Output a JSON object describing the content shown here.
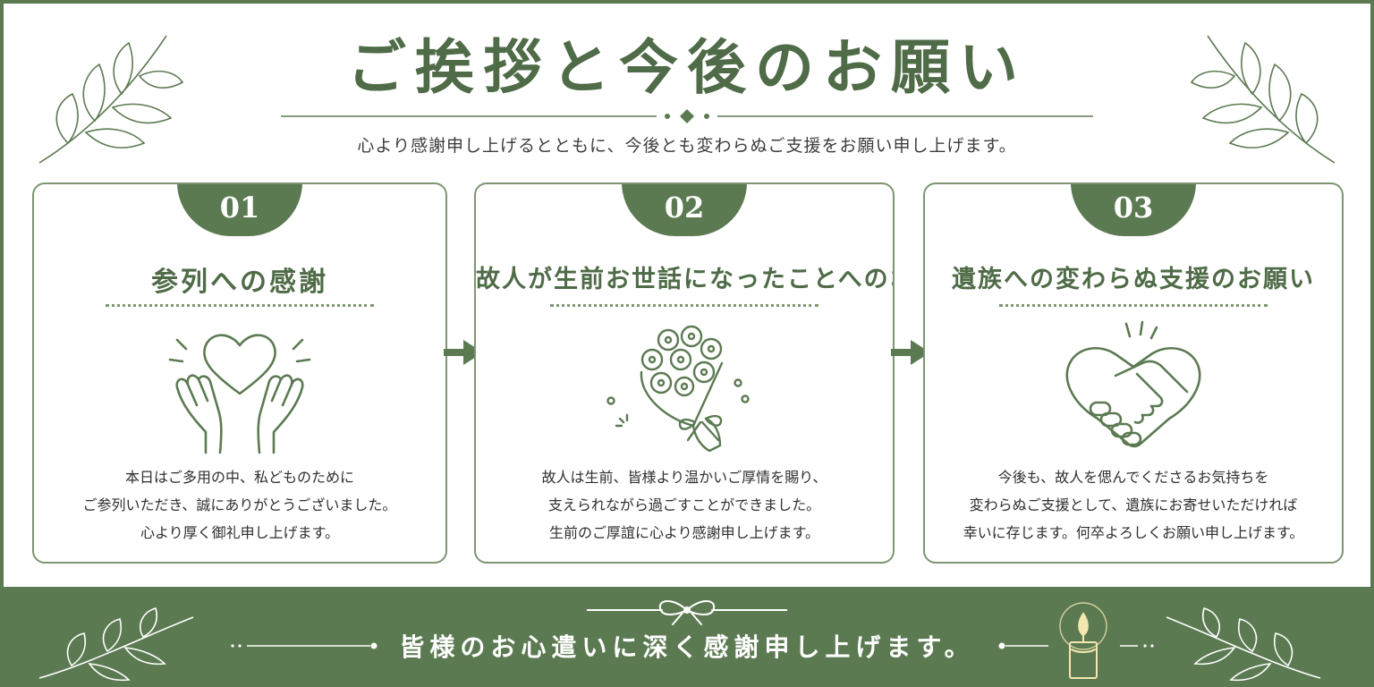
{
  "header": {
    "title": "ご挨拶と今後のお願い",
    "subtitle": "心より感謝申し上げるとともに、今後とも変わらぬご支援をお願い申し上げます。"
  },
  "cards": [
    {
      "number": "01",
      "heading": "参列への感謝",
      "icon": "heart-hands-icon",
      "lines": [
        "本日はご多用の中、私どものために",
        "ご参列いただき、誠にありがとうございました。",
        "心より厚く御礼申し上げます。"
      ]
    },
    {
      "number": "02",
      "heading": "故人が生前お世話になったことへのお礼",
      "icon": "flower-bouquet-icon",
      "lines": [
        "故人は生前、皆様より温かいご厚情を賜り、",
        "支えられながら過ごすことができました。",
        "生前のご厚誼に心より感謝申し上げます。"
      ]
    },
    {
      "number": "03",
      "heading": "遺族への変わらぬ支援のお願い",
      "icon": "handshake-heart-icon",
      "lines": [
        "今後も、故人を偲んでくださるお気持ちを",
        "変わらぬご支援として、遺族にお寄せいただければ",
        "幸いに存じます。何卒よろしくお願い申し上げます。"
      ]
    }
  ],
  "footer": {
    "message": "皆様のお心遣いに深く感謝申し上げます。"
  },
  "colors": {
    "accent": "#5c7a52",
    "heading": "#4f6b47",
    "text": "#2f2f2f"
  }
}
